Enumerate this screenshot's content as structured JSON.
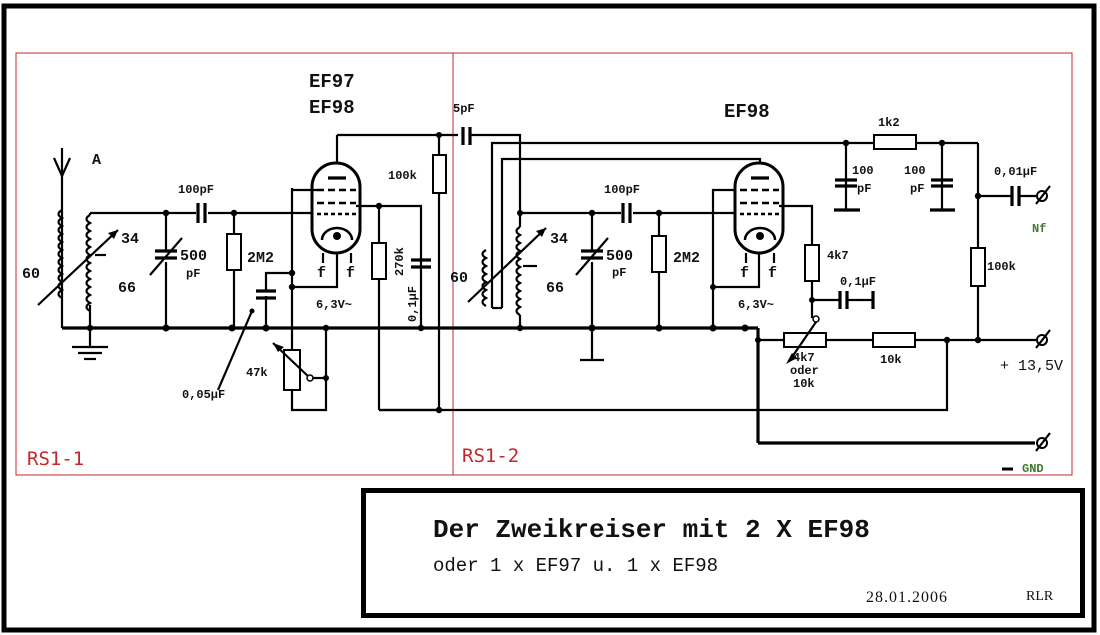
{
  "title": {
    "main": "Der Zweikreiser mit 2 X EF98",
    "subtitle": "oder 1 x EF97 u. 1 x EF98",
    "date": "28.01.2006",
    "author": "RLR"
  },
  "stages": [
    {
      "id": "RS1-1",
      "label": "RS1-1",
      "tube_labels": [
        "EF97",
        "EF98"
      ]
    },
    {
      "id": "RS1-2",
      "label": "RS1-2",
      "tube_labels": [
        "EF98"
      ]
    }
  ],
  "labels": {
    "antenna": "A",
    "coil1_primary": "60",
    "coil1_tap": "34",
    "coil1_secondary": "66",
    "cap1_coupling": "100pF",
    "cap1_tuning": "500",
    "cap1_tuning_unit": "pF",
    "res1_grid": "2M2",
    "cap1_bypass": "0,05µF",
    "pot1": "47k",
    "heater1": "6,3V~",
    "filament1a": "f",
    "filament1b": "f",
    "res1_anode": "100k",
    "res1_screen": "270k",
    "cap1_screen": "0,1µF",
    "cap_interstage": "5pF",
    "coil2_primary": "60",
    "coil2_tap": "34",
    "coil2_secondary": "66",
    "cap2_coupling": "100pF",
    "cap2_tuning": "500",
    "cap2_tuning_unit": "pF",
    "res2_grid": "2M2",
    "heater2": "6,3V~",
    "filament2a": "f",
    "filament2b": "f",
    "res2_screen": "4k7",
    "cap2_screen": "0,1µF",
    "res_filter": "1k2",
    "cap_filter1": "100",
    "cap_filter1_unit": "pF",
    "cap_filter2": "100",
    "cap_filter2_unit": "pF",
    "cap_output": "0,01µF",
    "output_label": "Nf",
    "res2_anode": "100k",
    "pot2_line1": "4k7",
    "pot2_line2": "oder",
    "pot2_line3": "10k",
    "res_supply": "10k",
    "supply_plus": "+ 13,5V",
    "supply_minus": "-",
    "gnd_label": "GND"
  },
  "colors": {
    "frame_red": "#c0282d",
    "label_green": "#3f7a2f",
    "ink": "#000000"
  }
}
